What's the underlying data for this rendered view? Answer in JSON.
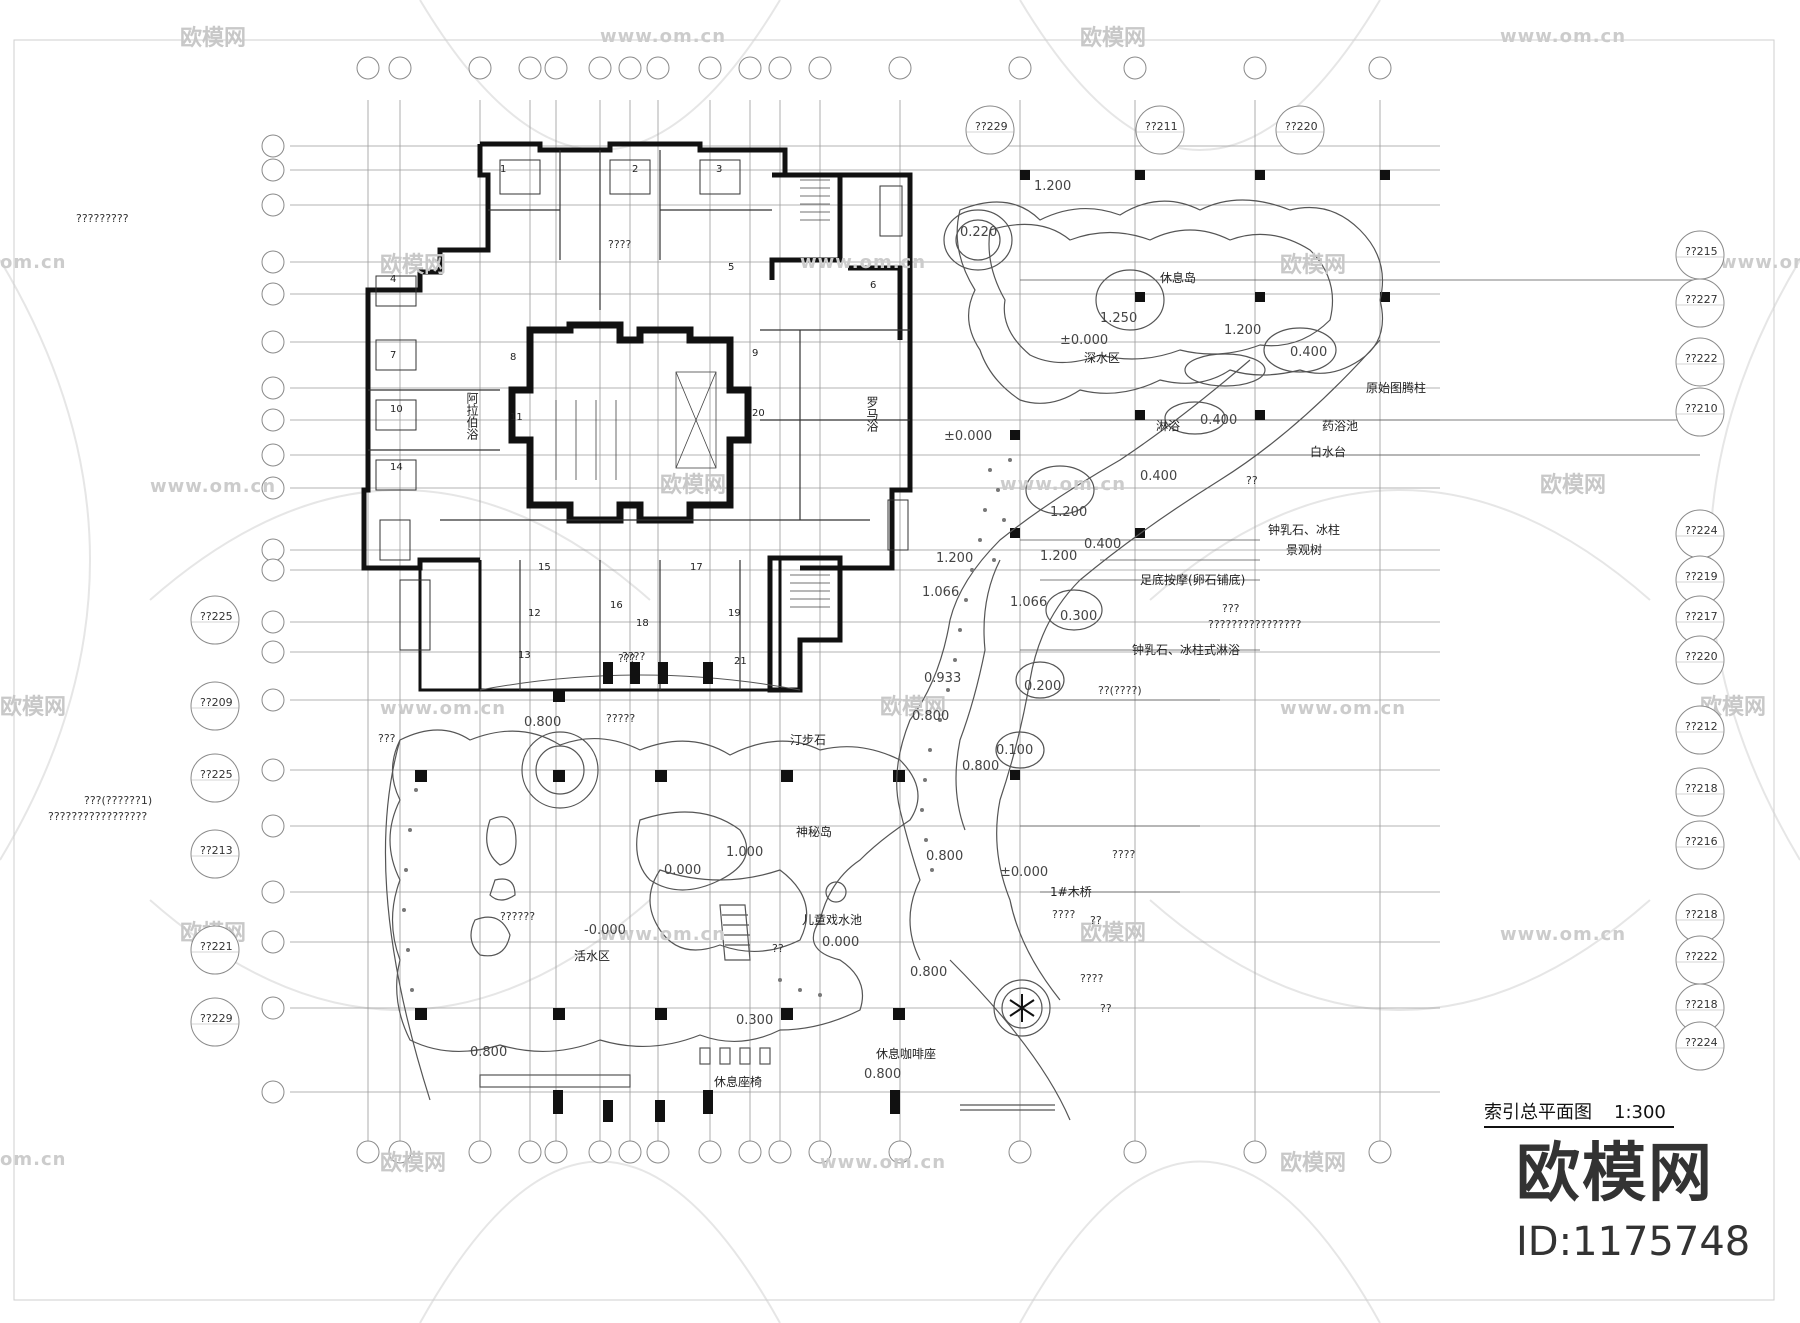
{
  "title_block": {
    "title": "索引总平面图",
    "scale": "1:300"
  },
  "brand": {
    "name": "欧模网",
    "id": "ID:1175748"
  },
  "watermark": {
    "text": "欧模网",
    "url": "www.om.cn",
    "url_short": "om.cn",
    "url_right": "www.om.c"
  },
  "labels": {
    "deep_water": "深水区",
    "rest_island": "休息岛",
    "totem_pillar": "原始图腾柱",
    "shower": "淋浴",
    "herbal_pool": "药浴池",
    "baishui_terrace": "白水台",
    "stalactite_pillar": "钟乳石、冰柱",
    "view_tree": "景观树",
    "foot_massage": "足底按摩(卵石铺底)",
    "stalactite_shower": "钟乳石、冰柱式淋浴",
    "arab_bath": "阿拉伯浴",
    "roman_bath": "罗马浴",
    "stepping_stone": "汀步石",
    "mystery_island": "神秘岛",
    "kids_pool": "儿童戏水池",
    "live_water": "活水区",
    "wood_bridge": "1#木桥",
    "coffee": "休息咖啡座",
    "lounge": "休息座椅"
  },
  "elevations": [
    "1.200",
    "±0.000",
    "1.250",
    "1.200",
    "0.400",
    "0.400",
    "0.400",
    "1.200",
    "0.400",
    "1.200",
    "1.200",
    "1.066",
    "1.066",
    "0.300",
    "0.933",
    "0.200",
    "0.100",
    "0.800",
    "0.800",
    "0.800",
    "±0.000",
    "±0.000",
    "0.800",
    "0.800",
    "0.800",
    "1.000",
    "0.000",
    "-0.000",
    "0.300",
    "0.800",
    "0.000",
    "0.220"
  ],
  "room_numbers": [
    "1",
    "2",
    "3",
    "4",
    "5",
    "6",
    "7",
    "8",
    "9",
    "10",
    "11",
    "12",
    "13",
    "14",
    "15",
    "16",
    "17",
    "18",
    "19",
    "20",
    "21"
  ],
  "unreadable_marks": [
    "?????????",
    "????",
    "????",
    "???",
    "????????????????",
    "??(????)",
    "???",
    "???(??????1)",
    "?????????????????",
    "??????",
    "????",
    "??",
    "????",
    "??",
    "??",
    "???",
    "?????",
    "??",
    "????"
  ],
  "callouts": [
    "??229",
    "??211",
    "??220",
    "??215",
    "??227",
    "??222",
    "??210",
    "??224",
    "??219",
    "??217",
    "??220",
    "??212",
    "??218",
    "??216",
    "??218",
    "??222",
    "??218",
    "??224",
    "??225",
    "??209",
    "??225",
    "??213",
    "??221",
    "??229"
  ]
}
